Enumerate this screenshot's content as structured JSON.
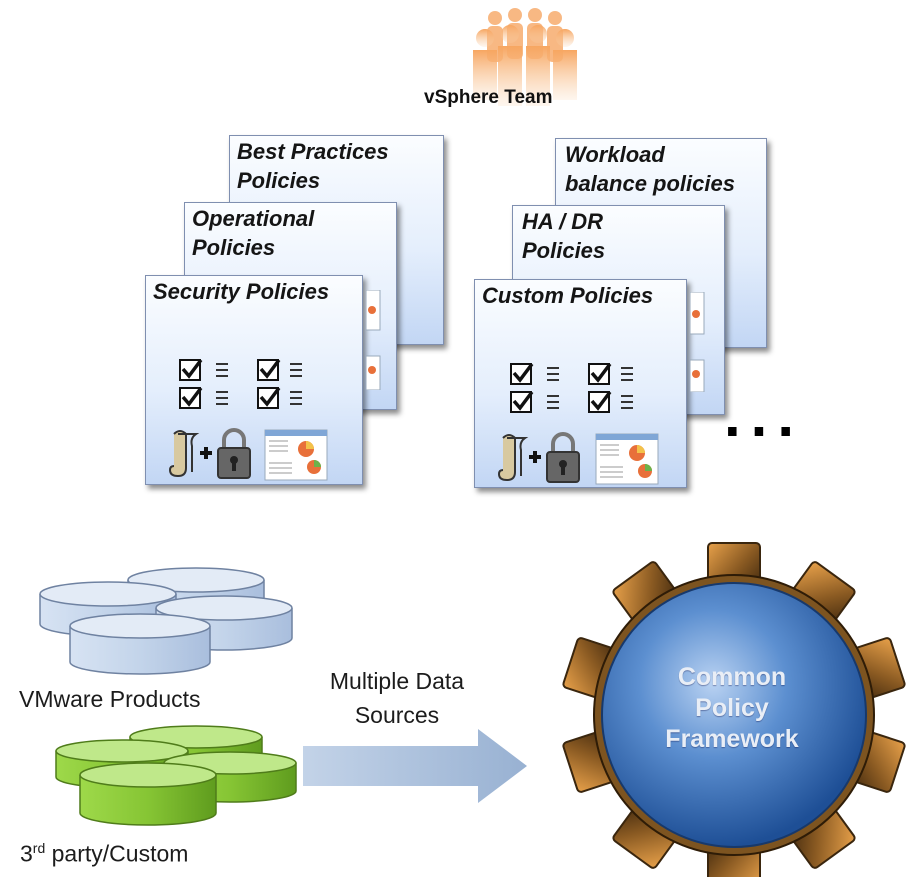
{
  "team": {
    "label": "vSphere Team",
    "icon": "people-group-icon"
  },
  "policy_stacks": [
    {
      "cards": [
        "Best Practices Policies",
        "Operational Policies",
        "Security Policies"
      ],
      "card_lines": [
        [
          "Best Practices",
          "Policies"
        ],
        [
          "Operational",
          "Policies"
        ],
        [
          "Security Policies"
        ]
      ]
    },
    {
      "cards": [
        "Workload balance policies",
        "HA / DR Policies",
        "Custom Policies"
      ],
      "card_lines": [
        [
          "Workload",
          "balance policies"
        ],
        [
          "HA / DR",
          "Policies"
        ],
        [
          "Custom Policies"
        ]
      ]
    }
  ],
  "more_indicator": "...",
  "data_sources": {
    "vmware_label": "VMware Products",
    "third_party_label_main": "3",
    "third_party_label_sup": "rd",
    "third_party_label_rest": " party/Custom",
    "arrow_label_line1": "Multiple Data",
    "arrow_label_line2": "Sources"
  },
  "framework": {
    "line1": "Common",
    "line2": "Policy",
    "line3": "Framework"
  },
  "colors": {
    "card_top": "#fbfdff",
    "card_bottom": "#c2d6f4",
    "vmware_db": "#c9d9ee",
    "third_party_db": "#8fcf3c",
    "arrow": "#a9bfdc",
    "gear": "#3f79c2",
    "team": "#f59a4a"
  }
}
